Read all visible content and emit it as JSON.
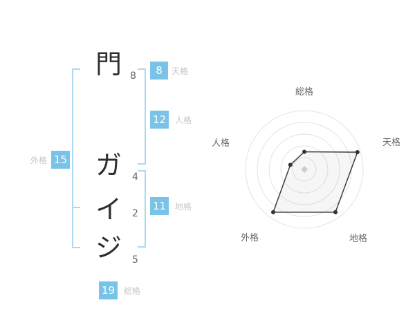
{
  "name": {
    "chars": [
      {
        "char": "門",
        "strokes": "8"
      },
      {
        "char": "ガ",
        "strokes": "4"
      },
      {
        "char": "イ",
        "strokes": "2"
      },
      {
        "char": "ジ",
        "strokes": "5"
      }
    ]
  },
  "kaku": {
    "tenkaku": {
      "label": "天格",
      "value": "8"
    },
    "jinkaku": {
      "label": "人格",
      "value": "12"
    },
    "chikaku": {
      "label": "地格",
      "value": "11"
    },
    "gaikaku": {
      "label": "外格",
      "value": "15"
    },
    "soukaku": {
      "label": "総格",
      "value": "19"
    }
  },
  "colors": {
    "badge_blue": "#79C3E8",
    "bracket_blue": "#A9D8F1",
    "label_gray": "#C6C6C6"
  },
  "chart_data": {
    "type": "radar",
    "axes": [
      "総格",
      "天格",
      "地格",
      "外格",
      "人格"
    ],
    "values": [
      30,
      95,
      90,
      90,
      25
    ],
    "max": 100,
    "rings": 5,
    "title": "",
    "legend": "none",
    "grid": "concentric-circles"
  }
}
